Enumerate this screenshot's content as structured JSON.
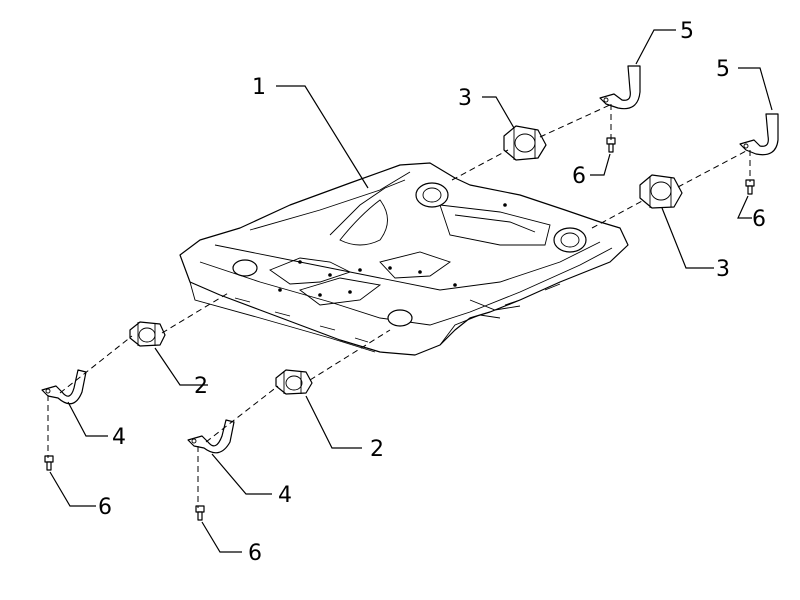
{
  "callouts": [
    {
      "label": "1",
      "part": "subframe"
    },
    {
      "label": "2",
      "part": "bushing-front-left"
    },
    {
      "label": "2",
      "part": "bushing-front-right"
    },
    {
      "label": "3",
      "part": "bushing-rear-left"
    },
    {
      "label": "3",
      "part": "bushing-rear-right"
    },
    {
      "label": "4",
      "part": "clamp-front-left"
    },
    {
      "label": "4",
      "part": "clamp-front-right"
    },
    {
      "label": "5",
      "part": "clamp-rear-left"
    },
    {
      "label": "5",
      "part": "clamp-rear-right"
    },
    {
      "label": "6",
      "part": "bolt-front-left"
    },
    {
      "label": "6",
      "part": "bolt-front-right"
    },
    {
      "label": "6",
      "part": "bolt-rear-left"
    },
    {
      "label": "6",
      "part": "bolt-rear-right"
    }
  ]
}
